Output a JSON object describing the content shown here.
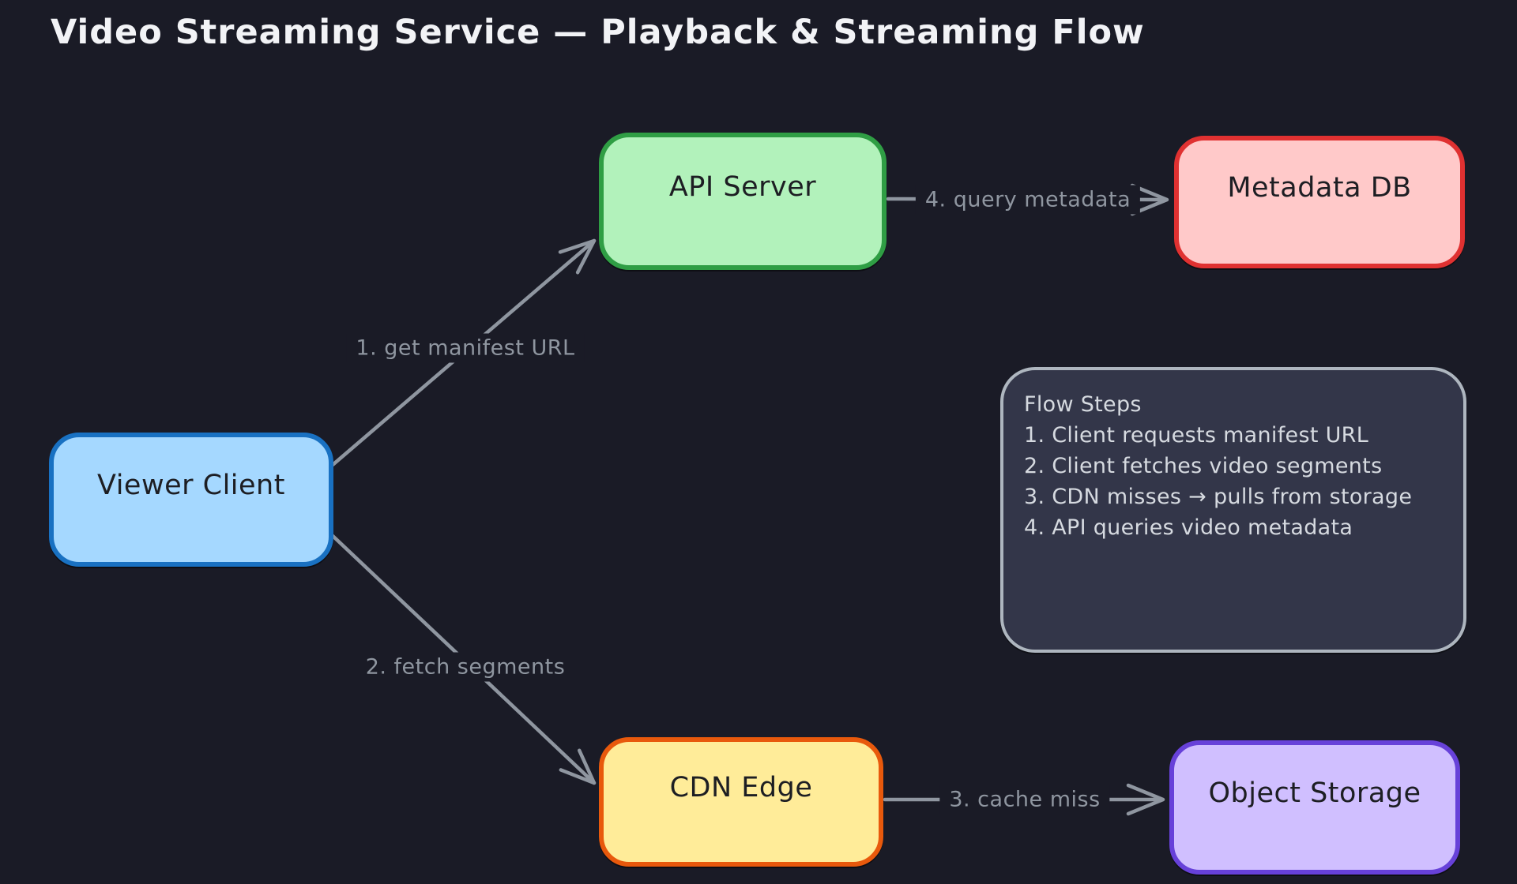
{
  "title": "Video Streaming Service — Playback & Streaming Flow",
  "canvas": {
    "background": "#1a1b26"
  },
  "colors": {
    "connector": "#8f96a0",
    "edge_label_text": "#8f96a0",
    "node_text": "#1d1e23",
    "title_text": "#f2f3f6",
    "note_fill": "#333649",
    "note_stroke": "#aeb6bf",
    "note_text": "#d6dae0"
  },
  "nodes": [
    {
      "id": "viewer-client",
      "label": "Viewer Client",
      "fill": "#a5d8ff",
      "stroke": "#1971c2"
    },
    {
      "id": "api-server",
      "label": "API Server",
      "fill": "#b2f2bb",
      "stroke": "#2f9e44"
    },
    {
      "id": "metadata-db",
      "label": "Metadata DB",
      "fill": "#ffc9c9",
      "stroke": "#e03131"
    },
    {
      "id": "cdn-edge",
      "label": "CDN Edge",
      "fill": "#ffec99",
      "stroke": "#e8590c"
    },
    {
      "id": "object-storage",
      "label": "Object Storage",
      "fill": "#d0bfff",
      "stroke": "#6741d9"
    }
  ],
  "edges": [
    {
      "from": "viewer-client",
      "to": "api-server",
      "label": "1. get manifest URL"
    },
    {
      "from": "viewer-client",
      "to": "cdn-edge",
      "label": "2. fetch segments"
    },
    {
      "from": "cdn-edge",
      "to": "object-storage",
      "label": "3. cache miss"
    },
    {
      "from": "api-server",
      "to": "metadata-db",
      "label": "4. query metadata"
    }
  ],
  "note": {
    "title": "Flow Steps",
    "lines": [
      "1. Client requests manifest URL",
      "2. Client fetches video segments",
      "3. CDN misses → pulls from storage",
      "4. API queries video metadata"
    ]
  }
}
